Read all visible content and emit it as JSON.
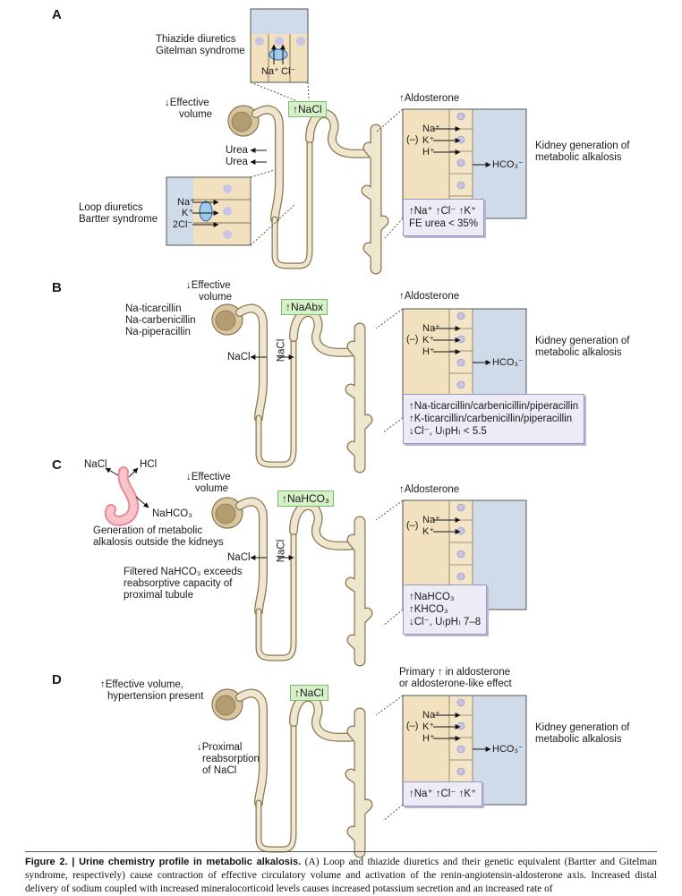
{
  "panels": [
    {
      "label": "A",
      "inset_top_text": [
        "Thiazide diuretics",
        "Gitelman syndrome"
      ],
      "inset_top_ions": [
        "Na⁺",
        "Cl⁻"
      ],
      "effective_volume": [
        "↓Effective",
        "volume"
      ],
      "urea_labels": [
        "Urea",
        "Urea"
      ],
      "inset_bottom_text": [
        "Loop diuretics",
        "Bartter syndrome"
      ],
      "inset_bottom_ions": [
        "Na⁺",
        "K⁺",
        "2Cl⁻"
      ],
      "green_box": "↑NaCl",
      "aldosterone": "↑Aldosterone",
      "minus": "(–)",
      "cell_ions": [
        "Na⁺",
        "K⁺",
        "H⁺"
      ],
      "hco3": "HCO₃⁻",
      "kidney_text": [
        "Kidney generation of",
        "metabolic alkalosis"
      ],
      "summary": [
        "↑Na⁺ ↑Cl⁻ ↑K⁺",
        "FE urea < 35%"
      ]
    },
    {
      "label": "B",
      "drugs": [
        "Na-ticarcillin",
        "Na-carbenicillin",
        "Na-piperacillin"
      ],
      "effective_volume": [
        "↓Effective",
        "volume"
      ],
      "nacl_left": "NaCl",
      "nacl_vertical": "NaCl",
      "green_box": "↑NaAbx",
      "aldosterone": "↑Aldosterone",
      "minus": "(–)",
      "cell_ions": [
        "Na⁺",
        "K⁺",
        "H⁺"
      ],
      "hco3": "HCO₃⁻",
      "kidney_text": [
        "Kidney generation of",
        "metabolic alkalosis"
      ],
      "summary": [
        "↑Na-ticarcillin/carbenicillin/piperacillin",
        "↑K-ticarcillin/carbenicillin/piperacillin",
        "↓Cl⁻, U₍pH₎ < 5.5"
      ]
    },
    {
      "label": "C",
      "stomach_nacl": "NaCl",
      "stomach_hcl": "HCl",
      "stomach_nahco3": "NaHCO₃",
      "outside_text": [
        "Generation of metabolic",
        "alkalosis outside the kidneys"
      ],
      "effective_volume": [
        "↓Effective",
        "volume"
      ],
      "nacl_left": "NaCl",
      "nacl_vertical": "NaCl",
      "filtered_text": [
        "Filtered NaHCO₃ exceeds",
        "reabsorptive capacity of",
        "proximal tubule"
      ],
      "green_box": "↑NaHCO₃",
      "aldosterone": "↑Aldosterone",
      "minus": "(–)",
      "cell_ions": [
        "Na⁺",
        "K⁺"
      ],
      "summary": [
        "↑NaHCO₃",
        "↑KHCO₃",
        "↓Cl⁻, U₍pH₎ 7–8"
      ]
    },
    {
      "label": "D",
      "effective_volume": [
        "↑Effective volume,",
        "hypertension present"
      ],
      "proximal_text": [
        "↓Proximal",
        "reabsorption",
        "of NaCl"
      ],
      "green_box": "↑NaCl",
      "aldosterone": [
        "Primary ↑ in aldosterone",
        "or aldosterone-like effect"
      ],
      "minus": "(–)",
      "cell_ions": [
        "Na⁺",
        "K⁺",
        "H⁺"
      ],
      "hco3": "HCO₃⁻",
      "kidney_text": [
        "Kidney generation of",
        "metabolic alkalosis"
      ],
      "summary": [
        "↑Na⁺ ↑Cl⁻ ↑K⁺"
      ]
    }
  ],
  "caption": {
    "title": "Figure 2. | Urine chemistry profile in metabolic alkalosis.",
    "body": "(A) Loop and thiazide diuretics and their genetic equivalent (Bartter and Gitelman syndrome, respectively) cause contraction of effective circulatory volume and activation of the renin-angiotensin-aldosterone axis. Increased distal delivery of sodium coupled with increased mineralocorticoid levels causes increased potassium secretion and an increased rate of"
  }
}
